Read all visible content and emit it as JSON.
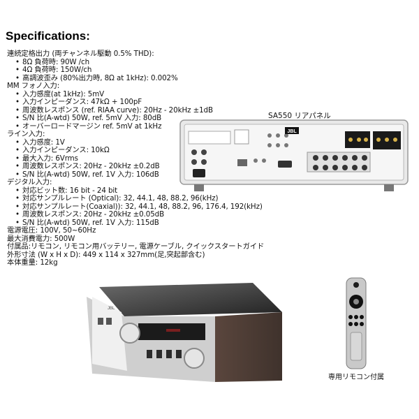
{
  "title": "Specifications:",
  "specs": [
    "連続定格出力 (両チャンネル駆動 0.5% THD):",
    "8Ω 負荷時: 90W /ch",
    "4Ω 負荷時: 150W/ch",
    "高調波歪み (80%出力時, 8Ω at 1kHz): 0.002%",
    "MM フォノ入力:",
    "入力感度(at 1kHz): 5mV",
    "入力インピーダンス: 47kΩ + 100pF",
    "周波数レスポンス (ref. RIAA curve): 20Hz - 20kHz ±1dB",
    "S/N 比(A-wtd) 50W, ref. 5mV 入力: 80dB",
    "オーバーロードマージン ref. 5mV at 1kHz",
    "ライン入力:",
    "入力感度: 1V",
    "入力インピーダンス: 10kΩ",
    "最大入力: 6Vrms",
    "周波数レスポンス: 20Hz - 20kHz ±0.2dB",
    "S/N 比(A-wtd) 50W, ref. 1V 入力: 106dB",
    "デジタル入力:",
    "対応ビット数: 16 bit - 24 bit",
    "対応サンプルレート (Optical): 32, 44.1, 48, 88.2, 96(kHz)",
    "対応サンプルレート(Coaxial)): 32, 44.1, 48, 88.2, 96, 176.4, 192(kHz)",
    "周波数レスポンス: 20Hz - 20kHz ±0.05dB",
    "S/N 比(A-wtd) 50W, ref. 1V 入力: 115dB",
    "電源電圧: 100V, 50~60Hz",
    "最大消費電力: 500W",
    "付属品:リモコン, リモコン用バッテリー, 電源ケーブル, クイックスタートガイド",
    "外形寸法 (W x H x D): 449 x 114 x 327mm(足,突起部含む)",
    "本体重量: 12kg"
  ],
  "rear_panel_label": "SA550 リアパネル",
  "rear_panel_brand": "JBL",
  "front_brand": "JBL",
  "remote_label": "専用リモコン付属"
}
